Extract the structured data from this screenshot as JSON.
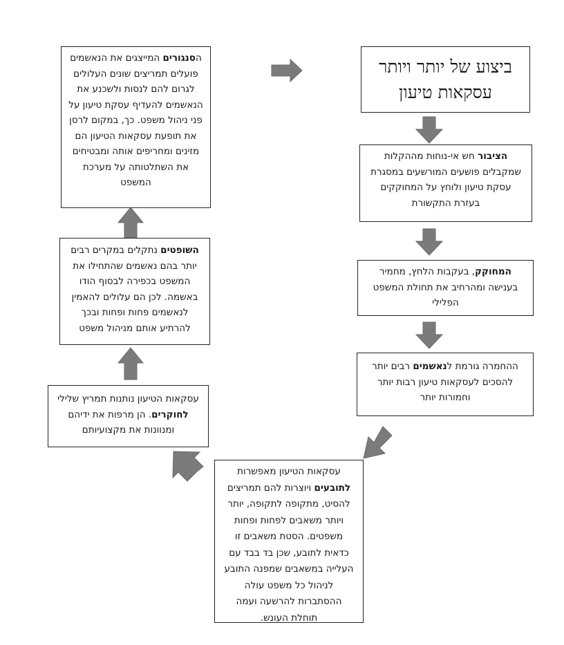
{
  "diagram": {
    "boxes": {
      "title": {
        "text": "ביצוע של יותר ויותר עסקאות טיעון"
      },
      "public": {
        "bold": "הציבור",
        "rest": " חש אי-נוחות מההקלות שמקבלים פושעים המורשעים במסגרת עסקת טיעון ולוחץ על המחוקקים בעזרת התקשורת"
      },
      "legislator": {
        "bold": "המחוקק",
        "rest": ", בעקבות הלחץ, מחמיר בענישה ומהרחיב את תחולת המשפט הפלילי"
      },
      "accused": {
        "pre": "ההחמרה גורמת ל",
        "bold": "נאשמים",
        "rest": " רבים יותר להסכים לעסקאות טיעון רבות יותר וחמורות יותר"
      },
      "prosecutors": {
        "pre": "עסקאות הטיעון מאפשרות ",
        "bold": "לתובעים",
        "rest": " ויוצרות להם תמריצים להסיט, מתקופה לתקופה, יותר ויותר משאבים לפחות ופחות משפטים. הסטת משאבים זו כדאית לתובע, שכן בד בבד עם העלייה במשאבים שמפנה התובע לניהול כל משפט עולה ההסתברות להרשעה ועמה תוחלת העונש."
      },
      "investigators": {
        "pre": "עסקאות הטיעון נותנות תמריץ שלילי ",
        "bold": "לחוקרים",
        "rest": ". הן מרפות את ידיהם ומנוונות את מקצועיותם"
      },
      "judges": {
        "bold": "השופטים",
        "rest": " נתקלים במקרים רבים יותר בהם נאשמים שהתחילו את המשפט בכפירה לבסוף הודו באשמה. לכן הם עלולים להאמין לנאשמים פחות ופחות ובכך להרתיע אותם מניהול משפט"
      },
      "defenders": {
        "pre": "ה",
        "bold": "סנגורים",
        "rest": " המייצגים את הנאשמים פועלים תמריצים שונים העלולים לגרום להם לנסות ולשכנע את הנאשמים להעדיף עסקת טיעון על פני ניהול משפט. כך, במקום לרסן את תופעת עסקאות הטיעון הם מזינים ומחריפים אותה ומבטיחים את השתלטותה על מערכת המשפט"
      }
    },
    "colors": {
      "arrow": "#7b7b7b",
      "border": "#222222"
    }
  }
}
